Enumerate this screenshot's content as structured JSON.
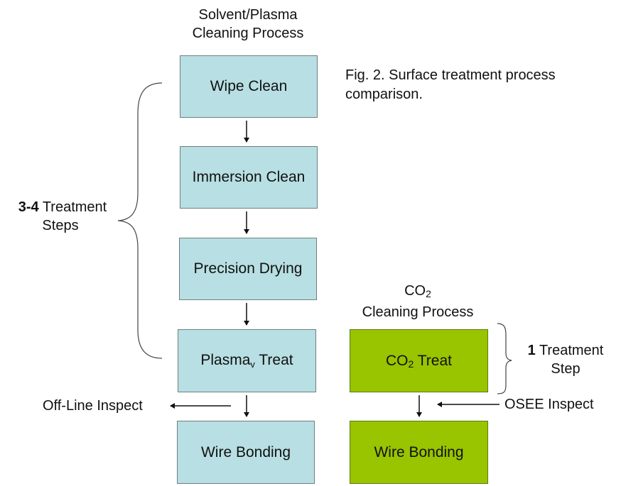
{
  "caption": {
    "line1": "Fig. 2. Surface treatment process",
    "line2": "comparison."
  },
  "left_process": {
    "title_line1": "Solvent/Plasma",
    "title_line2": "Cleaning Process",
    "steps": [
      {
        "label": "Wipe Clean"
      },
      {
        "label": "Immersion Clean"
      },
      {
        "label": "Precision Drying"
      },
      {
        "label_main": "Plasma",
        "label_sub": "v",
        "label_rest": " Treat"
      },
      {
        "label": "Wire Bonding"
      }
    ],
    "brace_label_bold": "3-4",
    "brace_label_rest": " Treatment",
    "brace_label_line2": "Steps",
    "inspect_label": "Off-Line Inspect",
    "box_color": "#b8dfe3"
  },
  "right_process": {
    "title_line1_main": "CO",
    "title_line1_sub": "2",
    "title_line2": "Cleaning Process",
    "steps": [
      {
        "label_main": "CO",
        "label_sub": "2",
        "label_rest": " Treat"
      },
      {
        "label": "Wire Bonding"
      }
    ],
    "brace_label_bold": "1",
    "brace_label_rest": " Treatment",
    "brace_label_line2": "Step",
    "inspect_label": "OSEE Inspect",
    "box_color": "#99c400"
  }
}
